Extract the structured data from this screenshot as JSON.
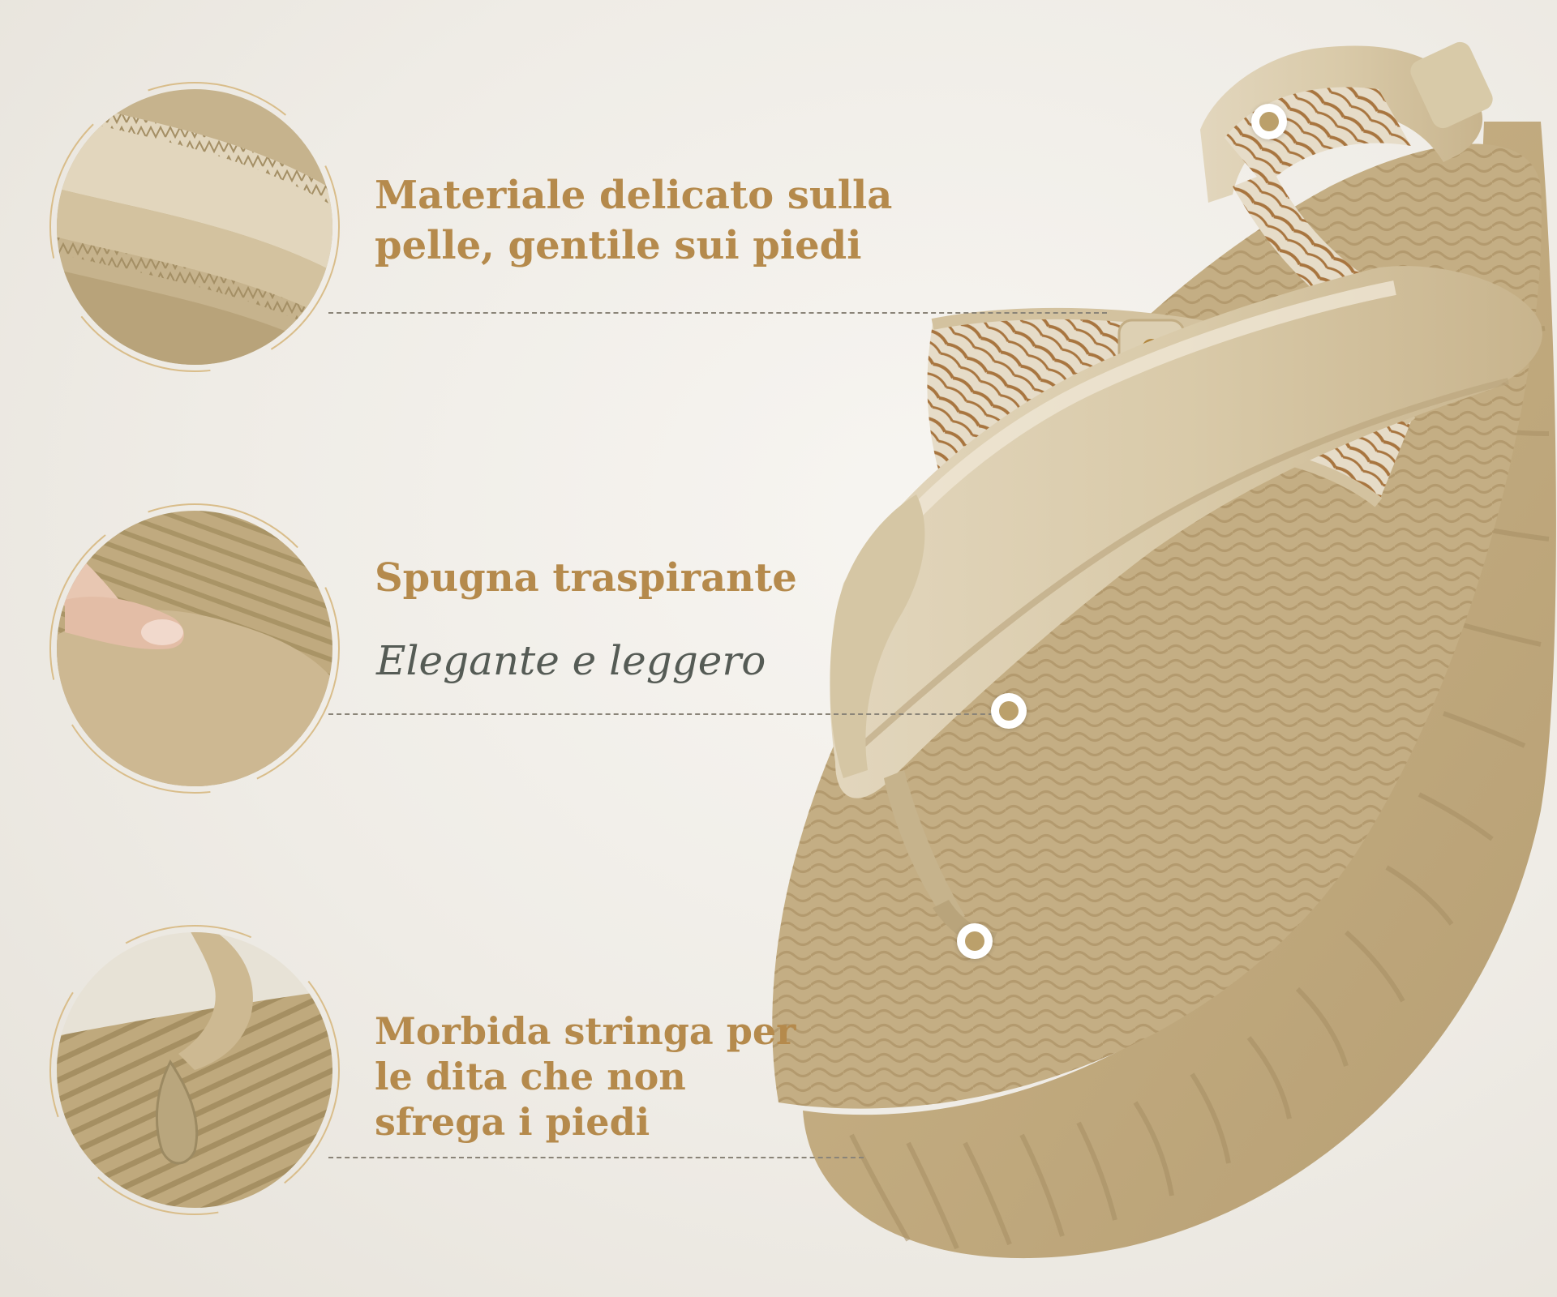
{
  "features": [
    {
      "title": "Materiale delicato sulla\npelle, gentile sui piedi",
      "subtitle": ""
    },
    {
      "title": "Spugna traspirante",
      "subtitle": "Elegante e leggero"
    },
    {
      "title": "Morbida stringa per\nle dita che non\nsfrega i piedi",
      "subtitle": ""
    }
  ],
  "colors": {
    "title": "#b58a4c",
    "subtitle": "#555b55",
    "sandal": "#cdb893",
    "strap_pattern": "#a8753f"
  },
  "icons": [
    "hotspot-marker-icon"
  ]
}
